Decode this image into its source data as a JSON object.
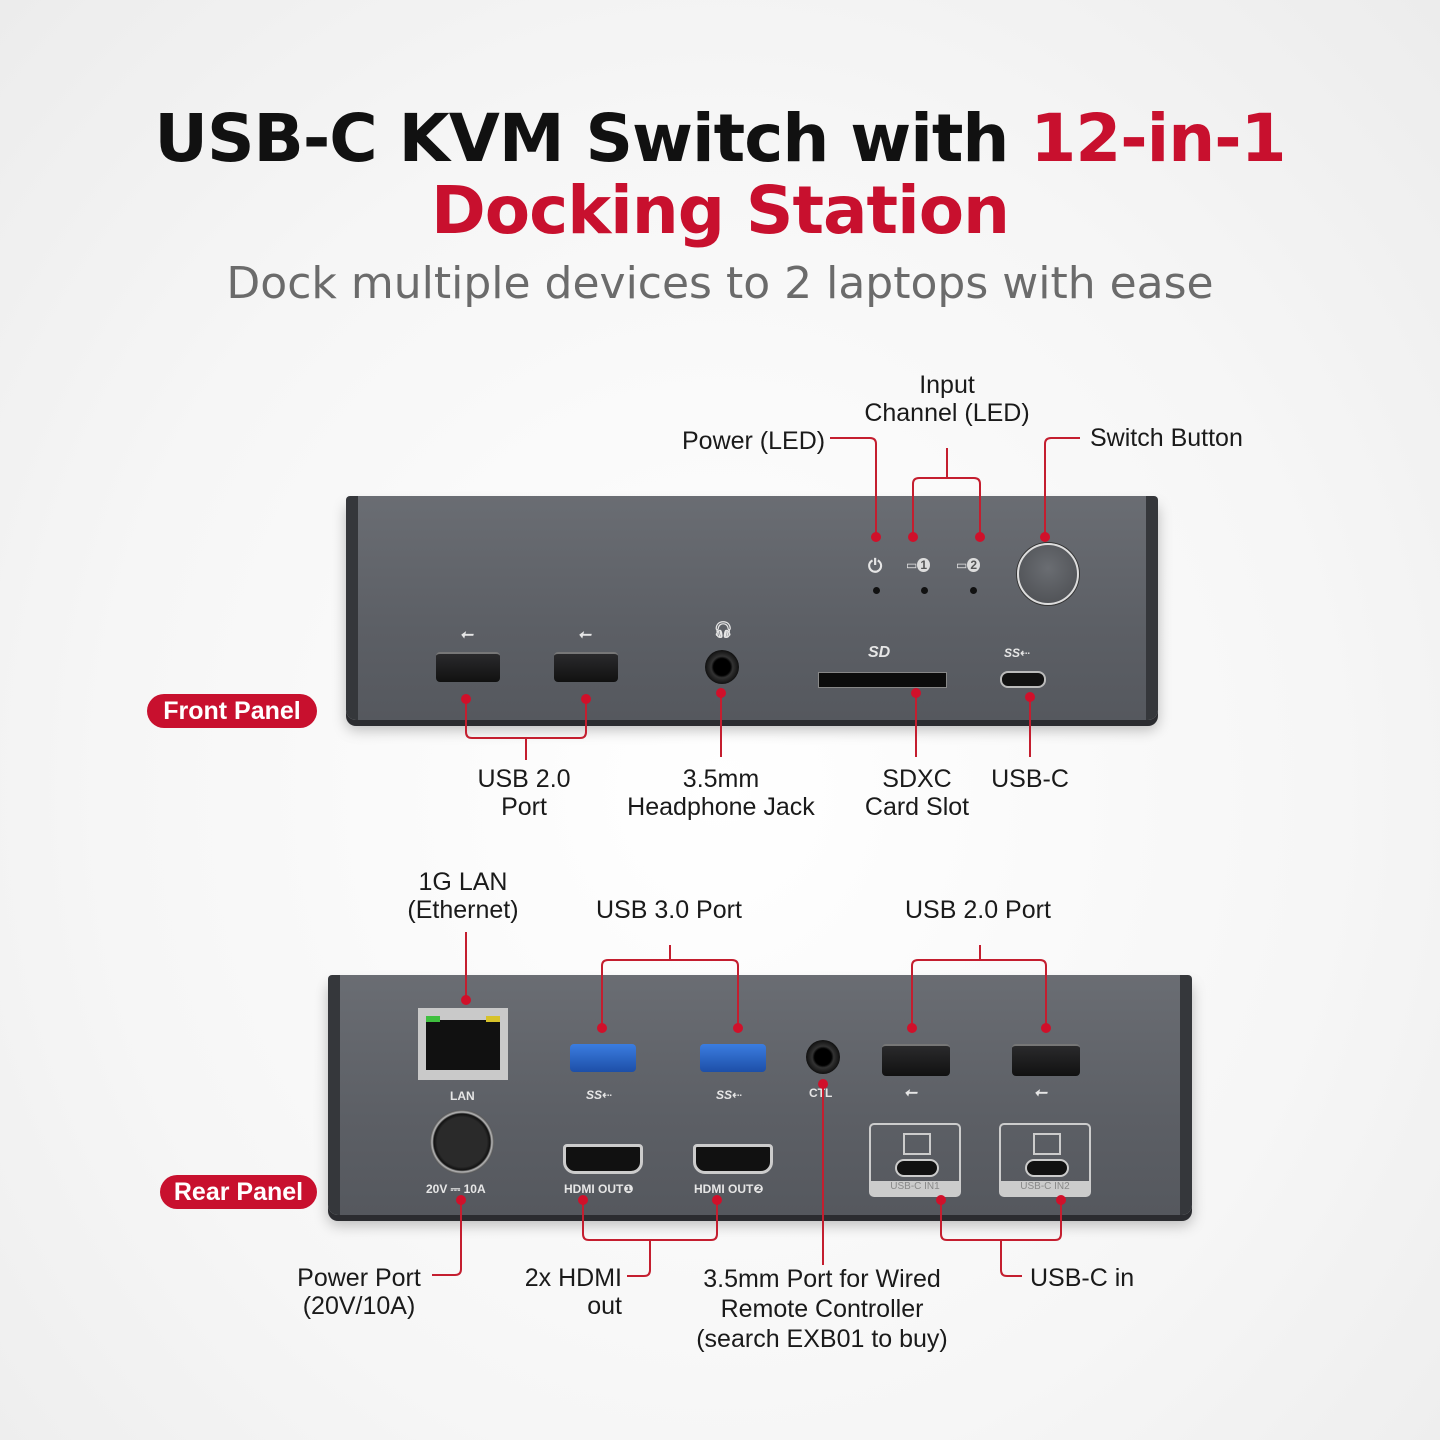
{
  "header": {
    "title_line1_black": "USB-C KVM Switch with ",
    "title_line1_red": "12-in-1",
    "title_line2": "Docking Station",
    "subtitle": "Dock multiple devices to 2 laptops with ease"
  },
  "front_panel": {
    "badge": "Front Panel",
    "labels": {
      "power_led": "Power (LED)",
      "input_channel_1": "Input",
      "input_channel_2": "Channel (LED)",
      "switch_button": "Switch Button",
      "usb20_1": "USB 2.0",
      "usb20_2": "Port",
      "headphone_1": "3.5mm",
      "headphone_2": "Headphone Jack",
      "sdxc_1": "SDXC",
      "sdxc_2": "Card Slot",
      "usbc": "USB-C"
    },
    "device_marks": {
      "led_1": "1",
      "led_2": "2"
    }
  },
  "rear_panel": {
    "badge": "Rear Panel",
    "labels": {
      "lan_1": "1G LAN",
      "lan_2": "(Ethernet)",
      "usb30": "USB 3.0 Port",
      "usb20": "USB 2.0 Port",
      "power_1": "Power Port",
      "power_2": "(20V/10A)",
      "hdmi_1": "2x HDMI",
      "hdmi_2": "out",
      "ctl_1": "3.5mm Port for Wired",
      "ctl_2": "Remote  Controller",
      "ctl_3": "(search EXB01 to buy)",
      "usbc_in": "USB-C in"
    },
    "device_marks": {
      "lan": "LAN",
      "ctl": "CTL",
      "power_rating": "20V ⎓ 10A",
      "hdmi1": "HDMI OUT❶",
      "hdmi2": "HDMI OUT❷",
      "usbc_in1": "USB-C IN1",
      "usbc_in2": "USB-C IN2",
      "ss": "SS⇠",
      "sd": "SD"
    }
  },
  "colors": {
    "accent": "#c8102e",
    "device": "#5c5f65",
    "usb3_blue": "#2a63c8"
  }
}
